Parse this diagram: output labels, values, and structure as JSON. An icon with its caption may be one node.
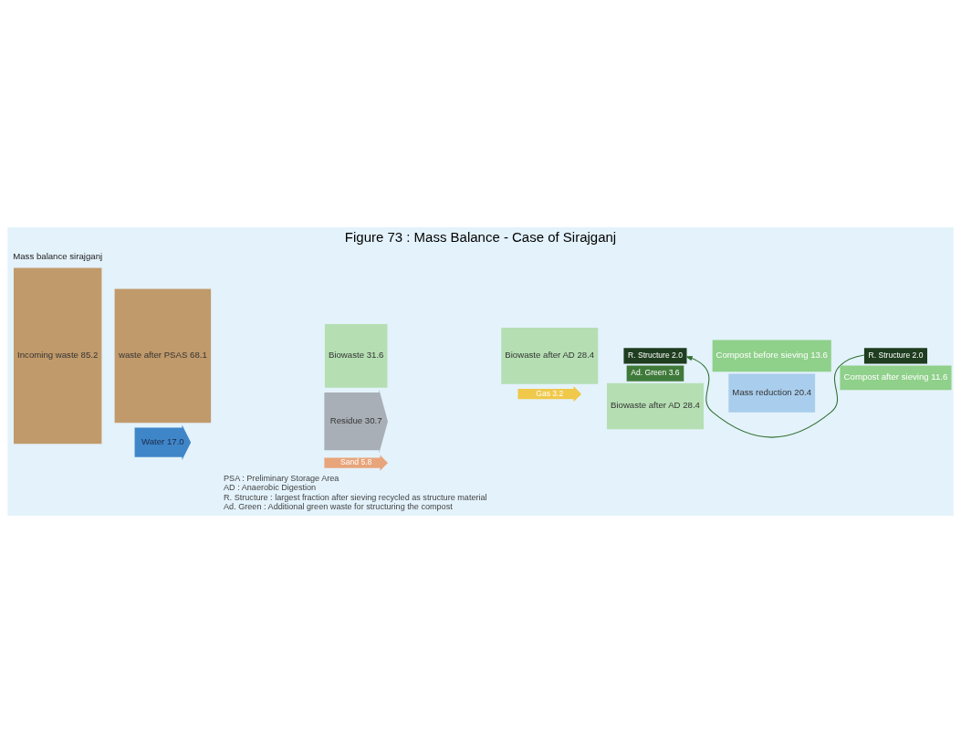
{
  "diagram": {
    "title": "Figure 73 : Mass Balance - Case of Sirajganj",
    "nodes": [
      {
        "text": [
          "Incoming waste 85.2"
        ]
      },
      {
        "text": [
          "waste after PSAS 68.1"
        ]
      },
      {
        "text": [
          "Water 17.0"
        ]
      },
      {
        "text": [
          "Biowaste 31.6"
        ]
      },
      {
        "text": [
          "Residue 30.7"
        ]
      },
      {
        "text": [
          "Sand 5.8"
        ]
      },
      {
        "text": [
          "Biowaste after AD 28.4"
        ]
      },
      {
        "text": [
          "Gas 3.2"
        ]
      },
      {
        "text": [
          "R. Structure 2.0"
        ]
      },
      {
        "text": [
          "Ad. Green 3.6"
        ]
      },
      {
        "text": [
          "Biowaste after AD 28.4"
        ]
      },
      {
        "text": [
          "Compost before sieving 13.6"
        ]
      },
      {
        "text": [
          "Mass reduction 20.4"
        ]
      },
      {
        "text": [
          "R. Structure 2.0"
        ]
      },
      {
        "text": [
          "Compost after sieving 11.6"
        ]
      }
    ],
    "edges": [
      {
        "from": 13,
        "to": 8,
        "arrow": "to"
      }
    ],
    "labels": [
      "Mass balance sirajganj",
      "PSA : Preliminary Storage Area",
      "AD : Anaerobic Digestion",
      "R. Structure : largest fraction after sieving recycled as structure material",
      "Ad. Green : Additional green waste for structuring the compost"
    ]
  }
}
